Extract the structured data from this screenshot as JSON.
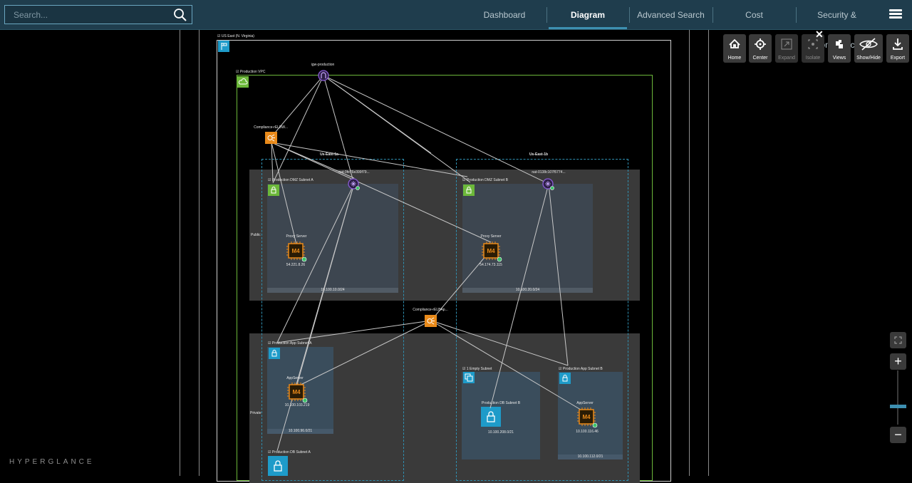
{
  "search": {
    "placeholder": "Search..."
  },
  "nav": {
    "tabs": [
      {
        "label": "Dashboard"
      },
      {
        "label": "Diagram"
      },
      {
        "label": "Advanced Search"
      },
      {
        "label": "Cost"
      },
      {
        "label": "Security & Compliance"
      }
    ],
    "active": "Diagram"
  },
  "toolbar": {
    "home": "Home",
    "center": "Center",
    "expand": "Expand",
    "isolate": "Isolate",
    "views": "Views",
    "showhide": "Show/Hide",
    "export": "Export"
  },
  "brand": "HYPERGLANCE",
  "diagram": {
    "region": "US East (N. Virginia)",
    "vpc": "Production VPC",
    "igw": "igw-production",
    "elb_public": "Compliance-rELBW...",
    "elb_private": "Compliance-rELBAp...",
    "az_a": "Us-East-1a",
    "az_b": "Us-East-1b",
    "tier_public": "Public",
    "tier_private": "Private",
    "nat_a": "nat-0fe76e399f79...",
    "nat_b": "nat-0138c107f5774...",
    "subnet_dmz_a": {
      "title": "Production DMZ Subnet A",
      "cidr": "10.100.10.0/24"
    },
    "subnet_dmz_b": {
      "title": "Production DMZ Subnet B",
      "cidr": "10.100.20.0/24"
    },
    "proxy_a": {
      "name": "Proxy Server",
      "ip": "54.221.8.26",
      "badge": "M4"
    },
    "proxy_b": {
      "name": "Proxy Server",
      "ip": "54.174.73.115",
      "badge": "M4"
    },
    "subnet_app_a": {
      "title": "Production App Subnet A",
      "cidr": "10.100.96.0/21"
    },
    "app_a": {
      "name": "AppServer",
      "ip": "10.100.103.219",
      "badge": "M4"
    },
    "subnet_db_a": {
      "title": "Production DB Subnet A"
    },
    "empty_subnet": "1 Empty Subnet",
    "subnet_db_b": {
      "title": "Production DB Subnet B",
      "cidr": "10.100.208.0/21"
    },
    "subnet_app_b": {
      "title": "Production App Subnet B",
      "cidr": "10.100.112.0/21"
    },
    "app_b": {
      "name": "AppServer",
      "ip": "10.100.116.46",
      "badge": "M4"
    }
  },
  "colors": {
    "accent": "#3d8fb0",
    "topbar": "#1f3d4d",
    "ec2": "#e98a1a",
    "subnet": "#1e9bc9",
    "vpc": "#6cb83a",
    "igw": "#8a5cd6"
  }
}
